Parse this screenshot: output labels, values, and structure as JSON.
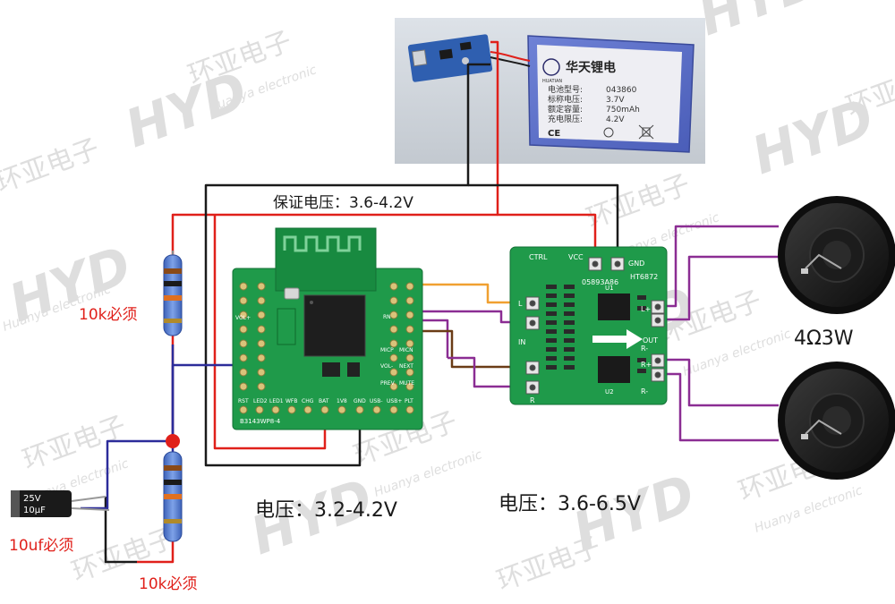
{
  "labels": {
    "guaranteed_voltage": "保证电压：3.6-4.2V",
    "resistor_top": "10k必须",
    "resistor_bottom": "10k必须",
    "capacitor": "10uf必须",
    "bt_voltage": "电压：3.2-4.2V",
    "amp_voltage": "电压：3.6-6.5V",
    "speaker_spec": "4Ω3W"
  },
  "battery": {
    "brand": "HUATIAN",
    "name": "华天锂电",
    "spec_keys": [
      "电池型号:",
      "标称电压:",
      "额定容量:",
      "充电限压:"
    ],
    "spec_values": [
      "043860",
      "3.7V",
      "750mAh",
      "4.2V"
    ],
    "cert": "CE"
  },
  "capacitor_marks": {
    "voltage": "25V",
    "capacity": "10μF"
  },
  "bt_module": {
    "model": "B3143WP8-4",
    "pins_bottom": [
      "RST",
      "LED2",
      "LED1",
      "WFB",
      "CHG",
      "BAT",
      "1V8",
      "GND",
      "USB-",
      "USB+",
      "PLT"
    ],
    "pins_right": [
      "RN",
      "MICP",
      "MICN",
      "VOL-",
      "NEXT",
      "PREV",
      "MUTE"
    ],
    "pin_left": "VOL+"
  },
  "amp_board": {
    "chip": "HT6872",
    "ic_labels": [
      "U1",
      "U2"
    ],
    "serial": "05893A86",
    "labels": [
      "CTRL",
      "VCC",
      "GND",
      "L",
      "IN",
      "R",
      "L+",
      "R-",
      "OUT",
      "R+",
      "R-"
    ]
  },
  "watermark": {
    "logo": "HYD",
    "cn": "环亚电子",
    "en": "Huanya electronic"
  },
  "colors": {
    "wire_red": "#e0201a",
    "wire_black": "#1a1a1a",
    "wire_blue": "#2c2c9a",
    "wire_purple": "#8b2d93",
    "wire_orange": "#f0a030",
    "wire_brown": "#6a3c16",
    "pcb_green": "#1f9a4a",
    "battery_blue": "#5b6fc9",
    "watermark": "#d6d6d6"
  }
}
